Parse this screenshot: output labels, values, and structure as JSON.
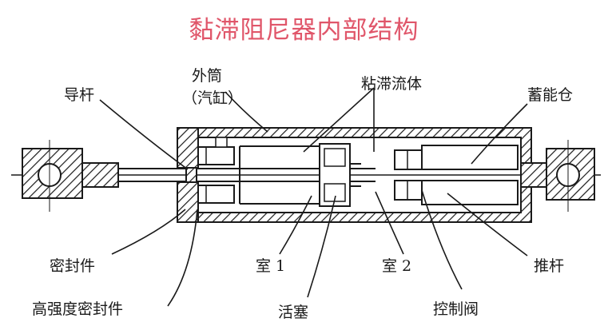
{
  "title": "黏滞阻尼器内部结构",
  "labels": {
    "guide_rod": "导杆",
    "outer_cylinder": "外筒",
    "outer_cylinder_sub": "（汽缸）",
    "viscous_fluid": "粘滞流体",
    "accumulator": "蓄能仓",
    "seal": "密封件",
    "chamber1": "室 1",
    "chamber2": "室 2",
    "pushrod": "推杆",
    "high_strength_seal": "高强度密封件",
    "piston": "活塞",
    "control_valve": "控制阀"
  },
  "colors": {
    "title": "#e0566a",
    "line": "#1a1a1a"
  }
}
